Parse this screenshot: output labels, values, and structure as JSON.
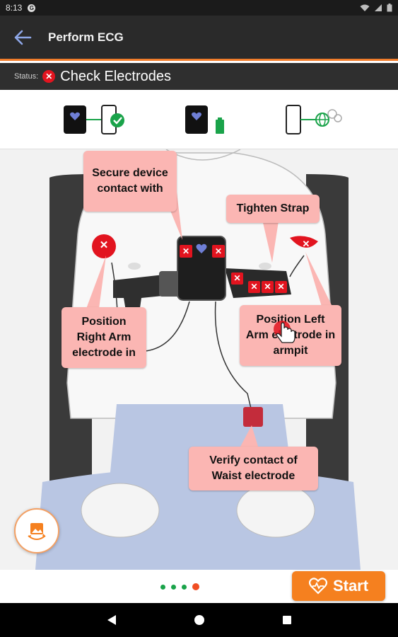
{
  "statusbar": {
    "time": "8:13",
    "g_letter": "G"
  },
  "appbar": {
    "title": "Perform ECG",
    "back_icon": "arrow-left-icon"
  },
  "status": {
    "label": "Status:",
    "value": "Check Electrodes",
    "color": "#e2141f"
  },
  "callouts": {
    "secure": "Secure device contact with",
    "tighten": "Tighten Strap",
    "right_arm": "Position Right Arm electrode in",
    "left_arm": "Position Left Arm electrode in armpit",
    "waist": "Verify contact of Waist electrode"
  },
  "pager": {
    "count": 4,
    "active": 3
  },
  "start_button": {
    "label": "Start",
    "color": "#f5801f"
  },
  "colors": {
    "accent": "#f07c2a",
    "callout": "#fbb6b3",
    "error": "#e2141f",
    "ok": "#1aa34a"
  }
}
